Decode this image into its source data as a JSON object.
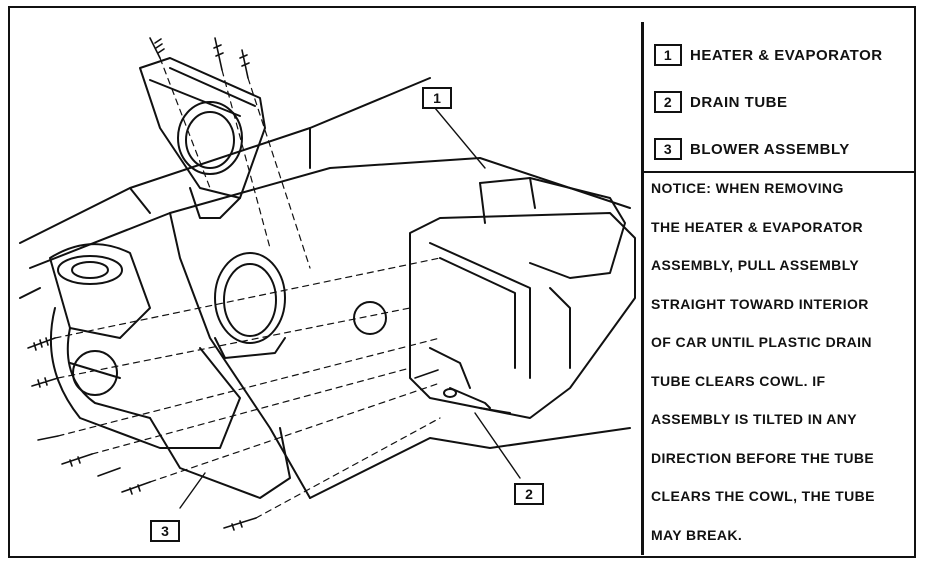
{
  "legend": [
    {
      "number": "1",
      "label": "HEATER &  EVAPORATOR"
    },
    {
      "number": "2",
      "label": "DRAIN TUBE"
    },
    {
      "number": "3",
      "label": "BLOWER ASSEMBLY"
    }
  ],
  "notice": [
    "NOTICE:  WHEN REMOVING",
    "THE HEATER & EVAPORATOR",
    "ASSEMBLY, PULL ASSEMBLY",
    "STRAIGHT TOWARD INTERIOR",
    "OF CAR UNTIL PLASTIC DRAIN",
    "TUBE CLEARS COWL.   IF",
    "ASSEMBLY IS TILTED IN ANY",
    "DIRECTION BEFORE THE TUBE",
    "CLEARS THE COWL, THE TUBE",
    "MAY BREAK."
  ],
  "callouts": [
    "1",
    "2",
    "3"
  ]
}
